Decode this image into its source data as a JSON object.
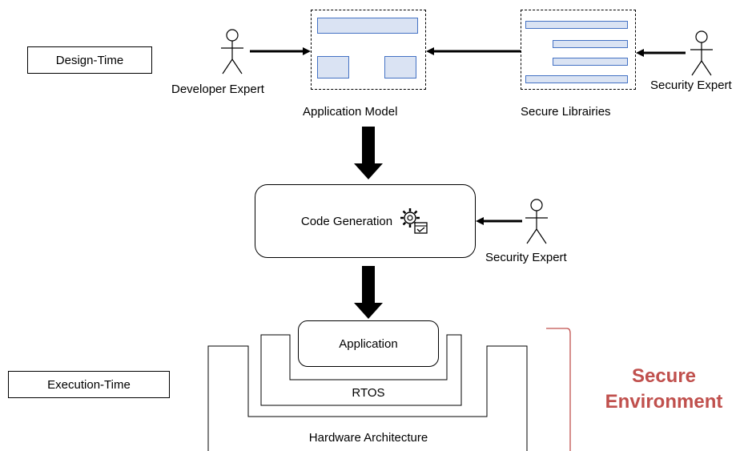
{
  "design_time": {
    "label": "Design-Time"
  },
  "execution_time": {
    "label": "Execution-Time"
  },
  "developer": {
    "label": "Developer Expert",
    "icon": "stick-figure-icon"
  },
  "app_model": {
    "label": "Application Model"
  },
  "secure_libs": {
    "label": "Secure Librairies"
  },
  "security_expert_top": {
    "label": "Security Expert",
    "icon": "stick-figure-icon"
  },
  "code_gen": {
    "label": "Code Generation",
    "icon": "gear-check-icon"
  },
  "security_expert_mid": {
    "label": "Security Expert",
    "icon": "stick-figure-icon"
  },
  "layers": {
    "application": "Application",
    "rtos": "RTOS",
    "hardware": "Hardware Architecture"
  },
  "secure_env": {
    "line1": "Secure",
    "line2": "Environment",
    "color": "#c0504d"
  },
  "colors": {
    "block_fill": "#dae3f3",
    "block_stroke": "#4472c4"
  }
}
